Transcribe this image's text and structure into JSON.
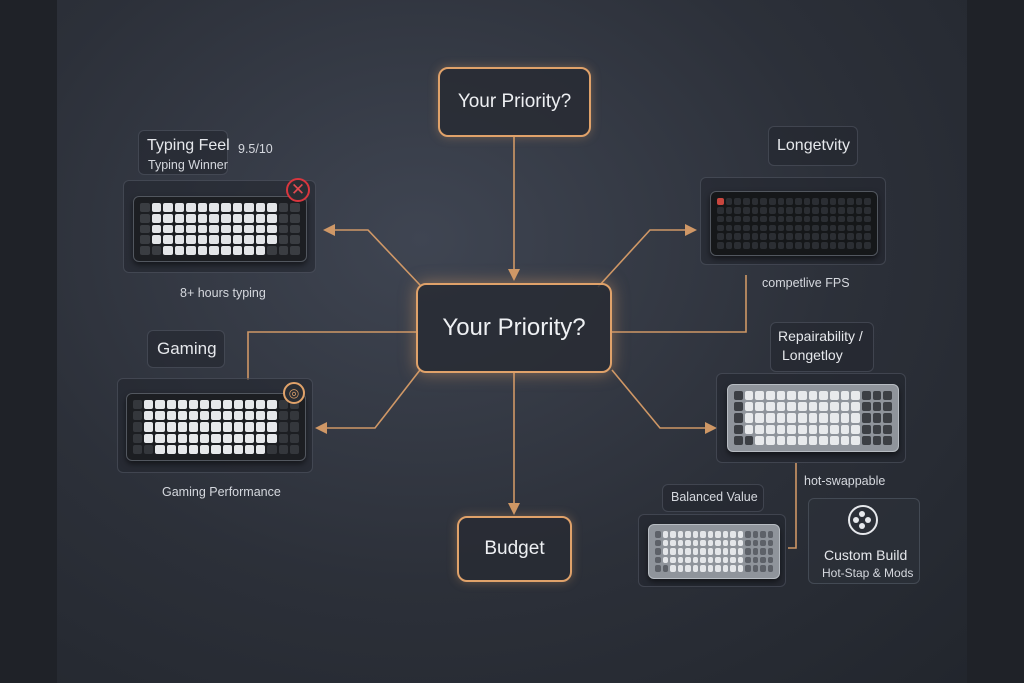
{
  "diagram": {
    "top_node": "Your Priority?",
    "center_node": "Your Priority?",
    "bottom_node": "Budget",
    "typing": {
      "title": "Typing Feel",
      "score": "9.5/10",
      "subtitle": "Typing Winner",
      "caption": "8+ hours typing",
      "badge_icon": "x-circle-icon"
    },
    "gaming": {
      "title": "Gaming",
      "caption": "Gaming Performance",
      "badge_icon": "target-icon"
    },
    "longevity": {
      "title": "Longetvity",
      "caption": "competlive FPS"
    },
    "repair": {
      "title_line1": "Repairability /",
      "title_line2": "Longetloy",
      "caption": "hot-swappable"
    },
    "balanced": {
      "title": "Balanced Value"
    },
    "custom": {
      "title": "Custom Build",
      "subtitle": "Hot-Stap & Mods",
      "icon": "switch-cluster-icon"
    },
    "colors": {
      "accent": "#e0a26a",
      "background": "#2e323b",
      "text": "#e6e8ec",
      "badge_red": "#d9363e"
    }
  }
}
